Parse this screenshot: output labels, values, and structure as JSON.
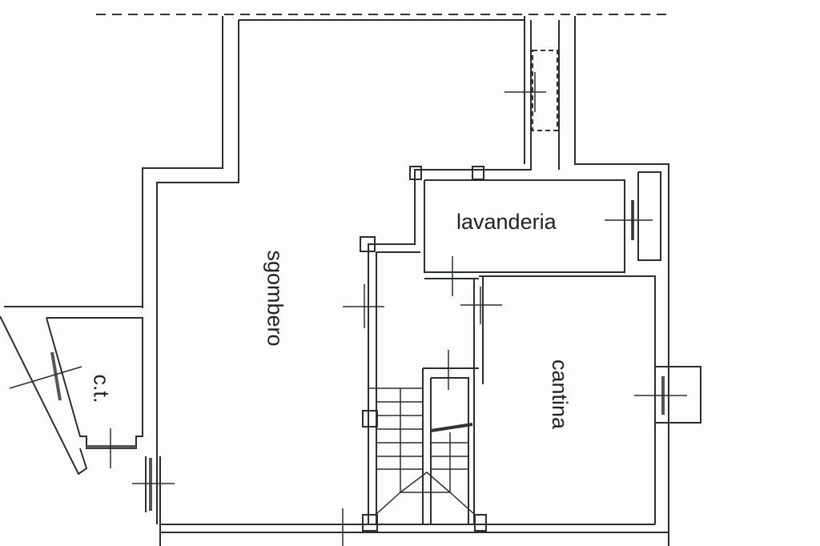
{
  "rooms": {
    "lavanderia": "lavanderia",
    "sgombero": "sgombero",
    "cantina": "cantina",
    "ct": "c.t."
  }
}
